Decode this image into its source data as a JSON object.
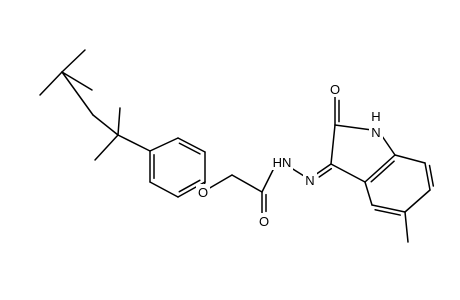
{
  "structure": {
    "atoms": {
      "carbonyl_oxygen": "O",
      "ether_oxygen": "O",
      "hydrazide_nh": "HN",
      "imine_n": "N",
      "lactam_oxygen": "O",
      "lactam_nh": "H",
      "lactam_n": "N"
    }
  }
}
